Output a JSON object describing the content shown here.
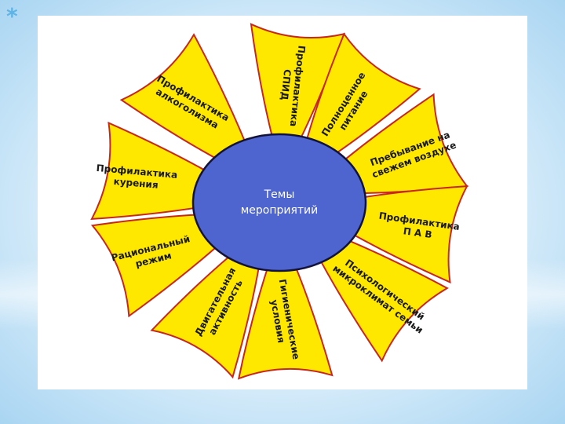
{
  "center": {
    "lines": [
      "Темы",
      "мероприятий"
    ]
  },
  "rays": [
    {
      "id": "aids",
      "lines": [
        "Профилактика",
        "СПИД"
      ]
    },
    {
      "id": "nutrition",
      "lines": [
        "Полноценное",
        "питание"
      ]
    },
    {
      "id": "fresh-air",
      "lines": [
        "Пребывание на",
        "свежем воздухе"
      ]
    },
    {
      "id": "pav",
      "lines": [
        "Профилактика",
        "П А В"
      ]
    },
    {
      "id": "family-climate",
      "lines": [
        "Психологический",
        "микроклимат семьи"
      ]
    },
    {
      "id": "hygiene",
      "lines": [
        "Гигиенические",
        "условия"
      ]
    },
    {
      "id": "activity",
      "lines": [
        "Двигательная",
        "активность"
      ]
    },
    {
      "id": "regime",
      "lines": [
        "Рациональный",
        "режим"
      ]
    },
    {
      "id": "smoking",
      "lines": [
        "Профилактика",
        "курения"
      ]
    },
    {
      "id": "alcohol",
      "lines": [
        "Профилактика",
        "алкоголизма"
      ]
    }
  ],
  "colors": {
    "petal": "#ffe800",
    "petal_outline": "#c7281e",
    "center_fill": "#4e64cf",
    "center_outline": "#13133a",
    "background": "#bfe0f6"
  }
}
